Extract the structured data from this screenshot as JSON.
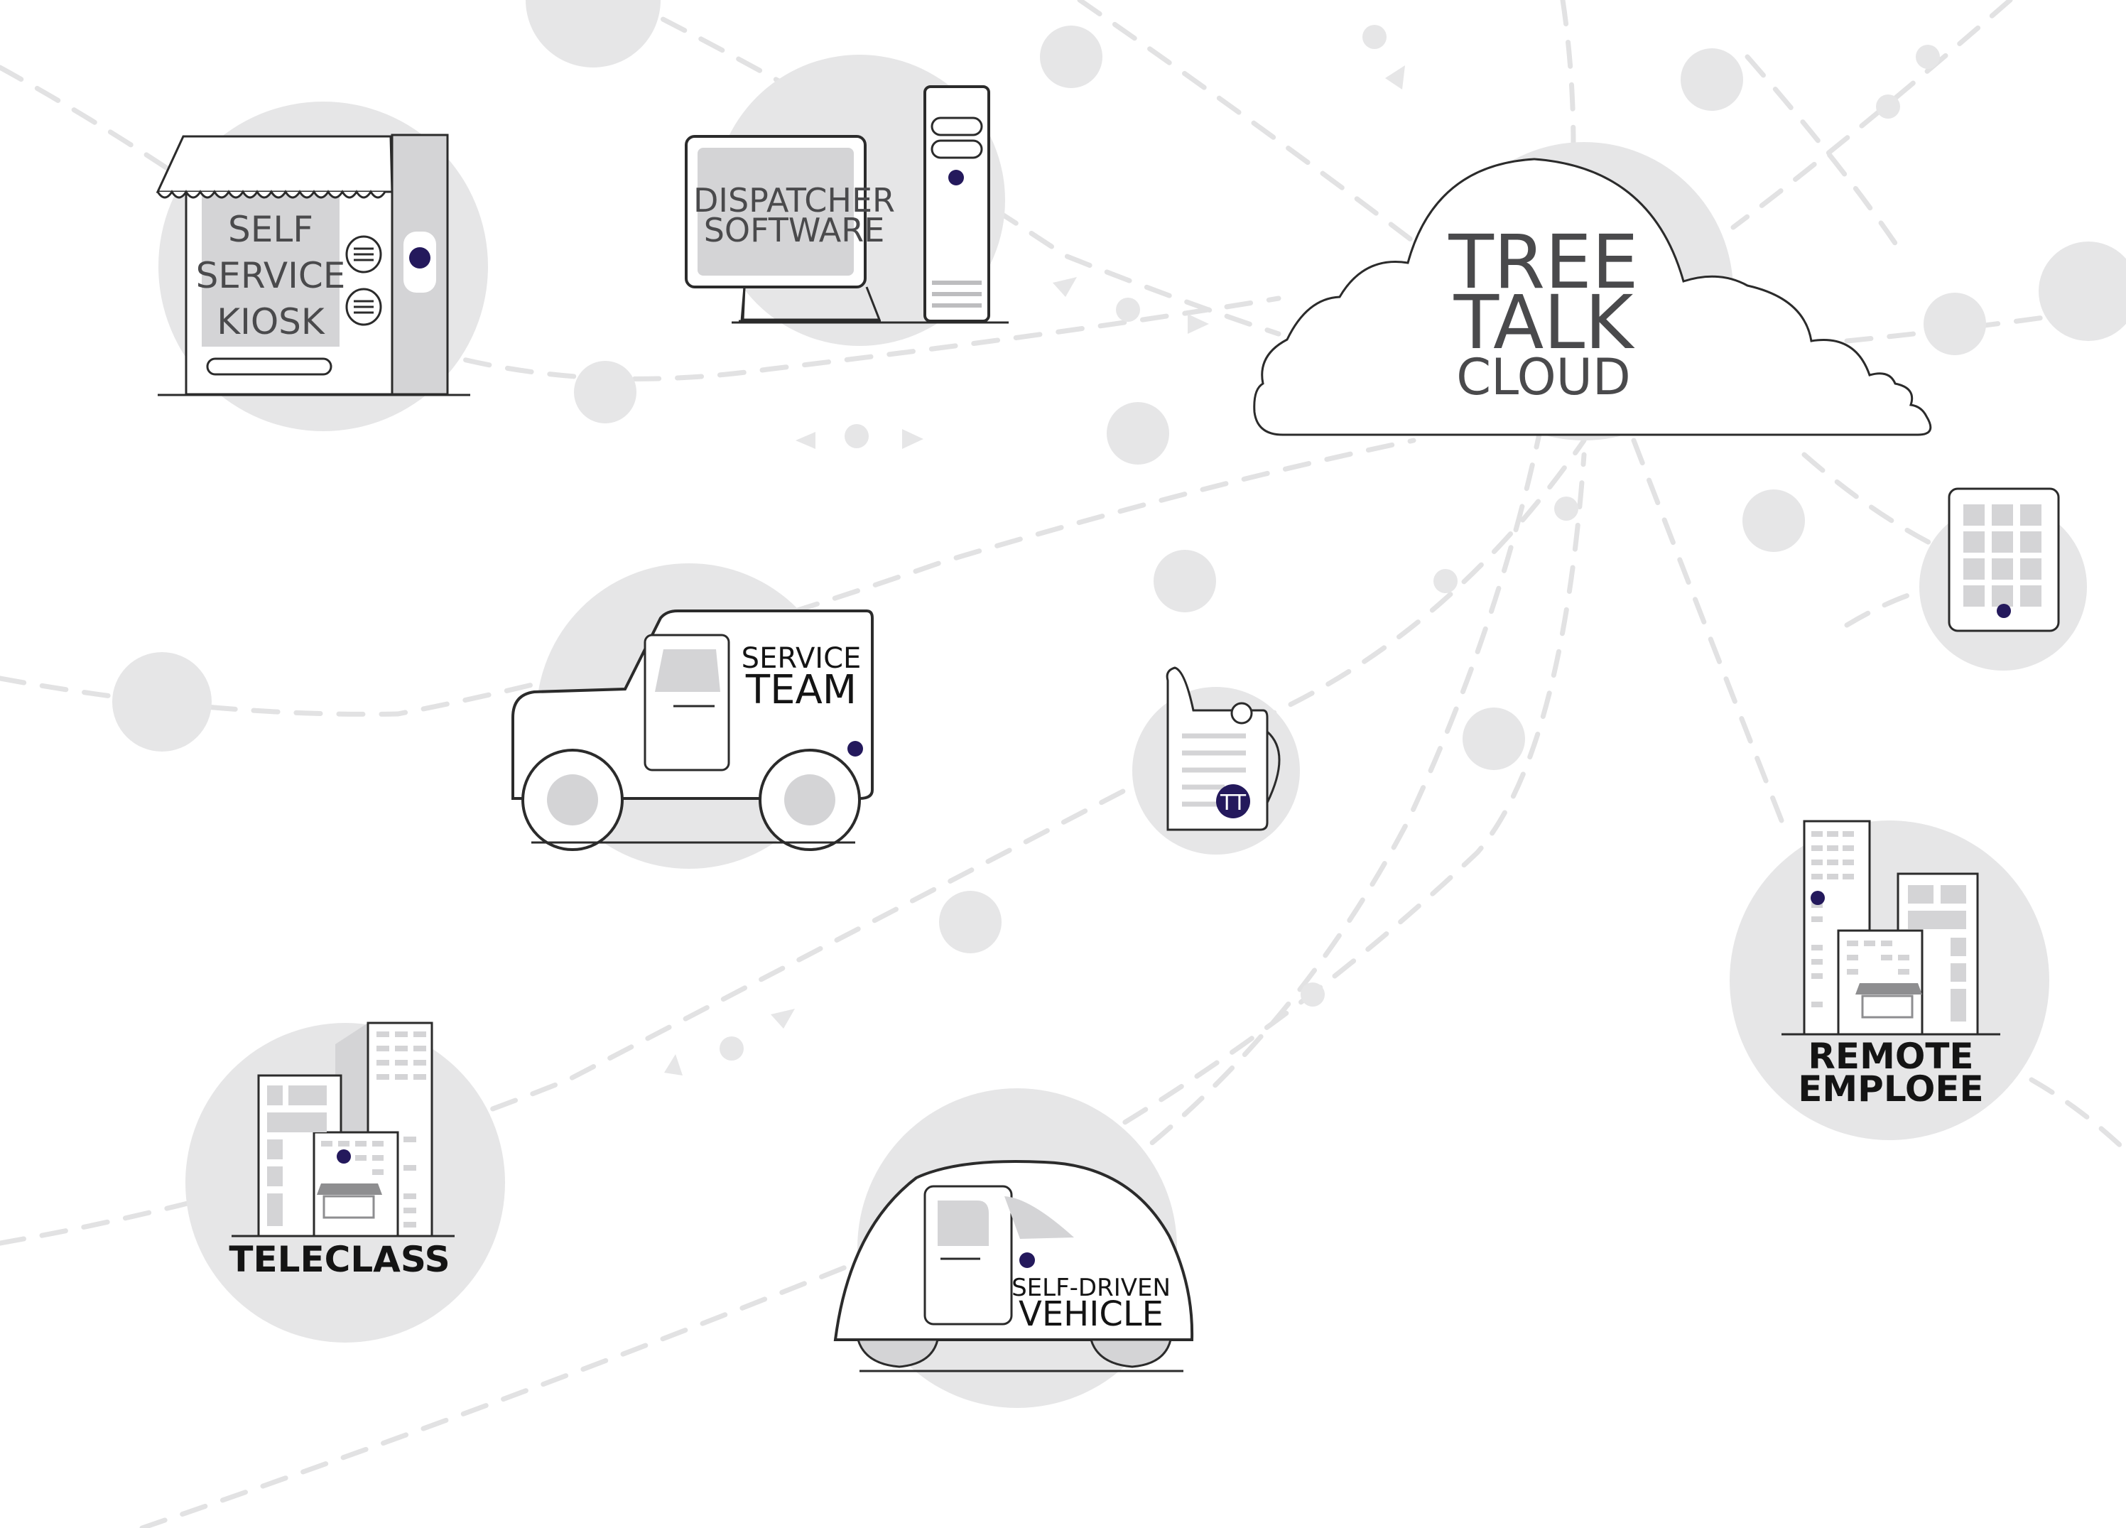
{
  "colors": {
    "background": "#ffffff",
    "bubble": "#e6e6e7",
    "bubble_light": "#ededee",
    "dash": "#e2e2e3",
    "outline": "#2b2b2b",
    "panel": "#d4d4d6",
    "panel_dark": "#bdbdbf",
    "accent": "#24195c",
    "text_dark": "#4a4a4c",
    "text_black": "#141414"
  },
  "cloud": {
    "icon": "cloud-icon",
    "line1": "TREE",
    "line2": "TALK",
    "line3": "CLOUD"
  },
  "kiosk": {
    "icon": "kiosk-icon",
    "line1": "SELF",
    "line2": "SERVICE",
    "line3": "KIOSK"
  },
  "dispatcher": {
    "icon": "desktop-computer-icon",
    "line1": "DISPATCHER",
    "line2": "SOFTWARE"
  },
  "service_team": {
    "icon": "van-icon",
    "line1": "SERVICE",
    "line2": "TEAM"
  },
  "radio": {
    "icon": "walkie-talkie-icon",
    "badge": "TT"
  },
  "tablet": {
    "icon": "tablet-icon"
  },
  "remote": {
    "icon": "office-buildings-icon",
    "line1": "REMOTE",
    "line2": "EMPLOEE"
  },
  "teleclass": {
    "icon": "school-buildings-icon",
    "line1": "TELECLASS"
  },
  "vehicle": {
    "icon": "self-driving-car-icon",
    "line1": "SELF-DRIVEN",
    "line2": "VEHICLE"
  }
}
